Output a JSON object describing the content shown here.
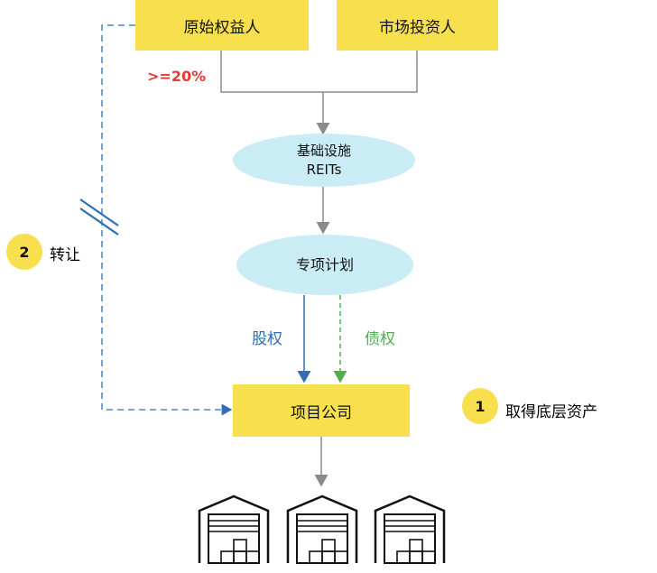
{
  "nodes": {
    "original_owner": "原始权益人",
    "market_investor": "市场投资人",
    "reits_line1": "基础设施",
    "reits_line2": "REITs",
    "special_plan": "专项计划",
    "project_company": "项目公司"
  },
  "labels": {
    "stake": ">=20%",
    "equity": "股权",
    "debt": "债权",
    "step1_number": "1",
    "step1_text": "取得底层资产",
    "step2_number": "2",
    "step2_text": "转让"
  },
  "colors": {
    "box": "#f7df4e",
    "ellipse": "#c9ecf5",
    "equity": "#2f6db5",
    "debt": "#4caf50",
    "stake": "#e53935",
    "connector": "#8a8a8a"
  },
  "icons": [
    "warehouse-icon",
    "warehouse-icon",
    "warehouse-icon"
  ]
}
